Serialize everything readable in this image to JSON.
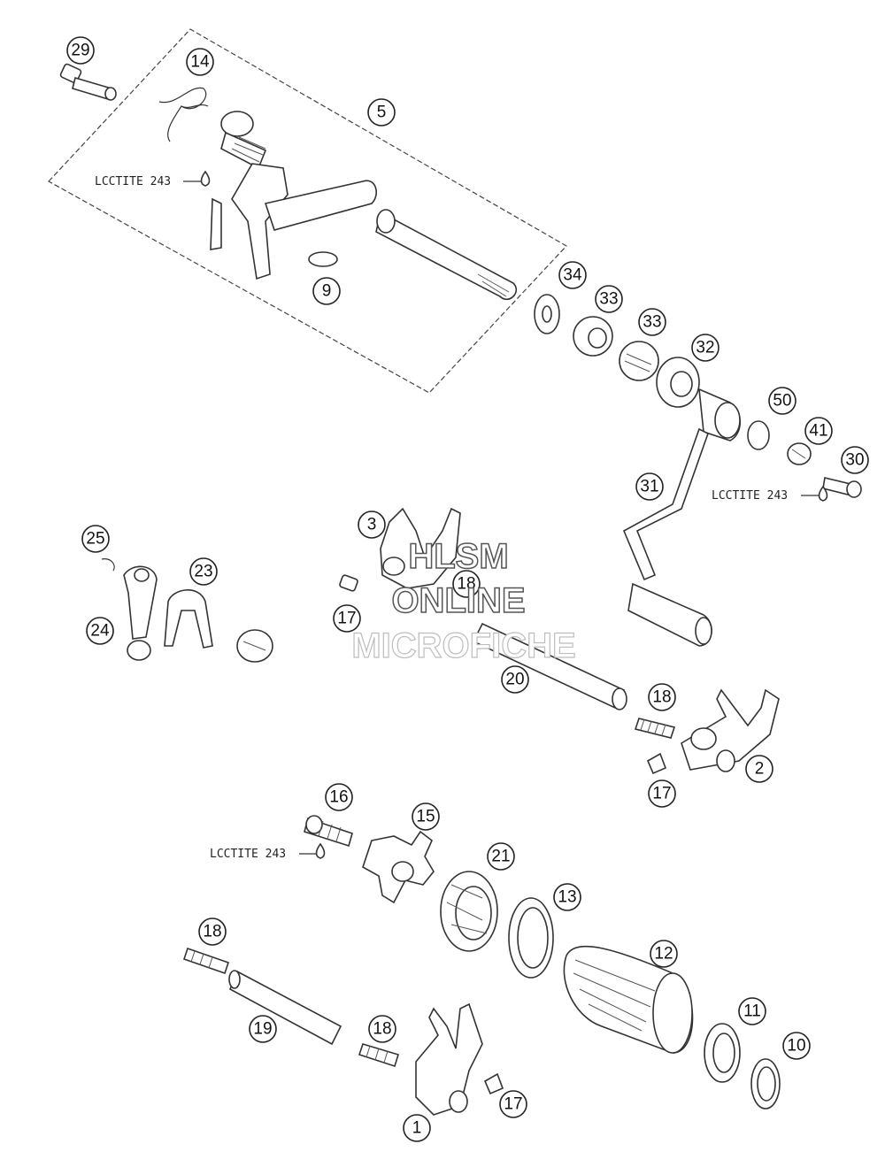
{
  "callouts": {
    "c29": "29",
    "c14": "14",
    "c5": "5",
    "c9": "9",
    "c34": "34",
    "c33a": "33",
    "c33b": "33",
    "c32": "32",
    "c50": "50",
    "c41": "41",
    "c30": "30",
    "c31": "31",
    "c3": "3",
    "c25": "25",
    "c23": "23",
    "c24": "24",
    "c18a": "18",
    "c17a": "17",
    "c20": "20",
    "c18b": "18",
    "c2": "2",
    "c17b": "17",
    "c16": "16",
    "c15": "15",
    "c21": "21",
    "c13": "13",
    "c12": "12",
    "c18c": "18",
    "c19": "19",
    "c18d": "18",
    "c11": "11",
    "c10": "10",
    "c1": "1",
    "c17c": "17"
  },
  "loctite": {
    "label_top": "LCCTITE 243",
    "label_right": "LCCTITE 243",
    "label_bottom": "LCCTITE 243"
  },
  "watermark": {
    "line1": "HLSM",
    "line2": "ONLINE",
    "line3": "MICROFICHE"
  }
}
